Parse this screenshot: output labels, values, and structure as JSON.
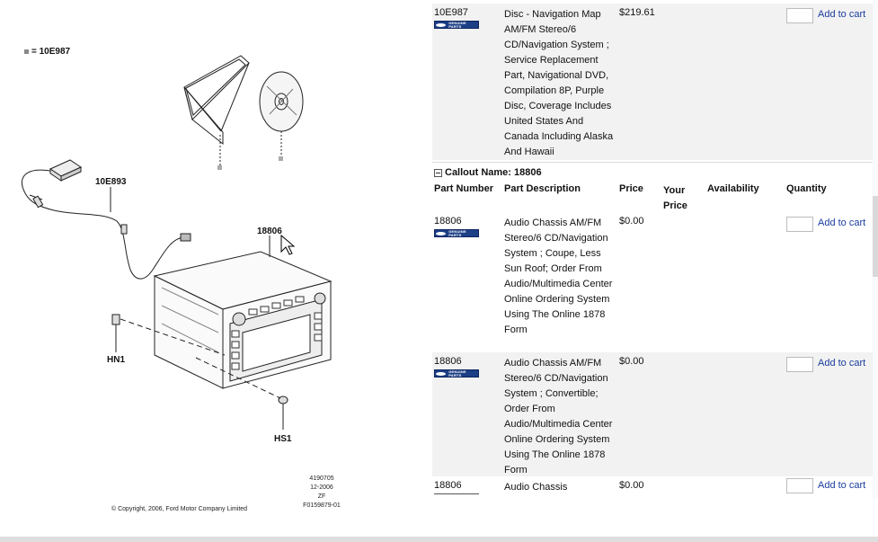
{
  "diagram": {
    "legend": "= 10E987",
    "labels": {
      "antenna": "10E893",
      "radio": "18806",
      "hn1": "HN1",
      "hs1": "HS1"
    },
    "info": [
      "4190705",
      "12-2006",
      "ZF",
      "F0159879-01"
    ],
    "copyright": "© Copyright, 2006, Ford Motor Company Limited"
  },
  "parts": {
    "rows_top": {
      "part_number": "10E987",
      "description": "Disc - Navigation Map AM/FM Stereo/6 CD/Navigation System ; Service Replacement Part, Navigational DVD, Compilation 8P, Purple Disc, Coverage Includes United States And Canada Including Alaska And Hawaii",
      "price": "$219.61",
      "add_to_cart": "Add to cart"
    },
    "callout": "Callout Name: 18806",
    "headers": {
      "part_number": "Part Number",
      "part_description": "Part Description",
      "price": "Price",
      "your_price": "Your Price",
      "availability": "Availability",
      "quantity": "Quantity"
    },
    "rows": [
      {
        "part_number": "18806",
        "description": "Audio Chassis AM/FM Stereo/6 CD/Navigation System ; Coupe, Less Sun Roof; Order From Audio/Multimedia Center Online Ordering System Using The Online 1878 Form",
        "price": "$0.00",
        "add_to_cart": "Add to cart"
      },
      {
        "part_number": "18806",
        "description": "Audio Chassis AM/FM Stereo/6 CD/Navigation System ; Convertible; Order From Audio/Multimedia Center Online Ordering System Using The Online 1878 Form",
        "price": "$0.00",
        "add_to_cart": "Add to cart"
      },
      {
        "part_number": "18806",
        "description": "Audio Chassis",
        "price": "$0.00",
        "add_to_cart": "Add to cart"
      }
    ],
    "logo_text": "GENUINE PARTS",
    "colors": {
      "link": "#1a3c9c",
      "logo": "#1c3f86",
      "row_shade": "#f2f2f2"
    }
  }
}
